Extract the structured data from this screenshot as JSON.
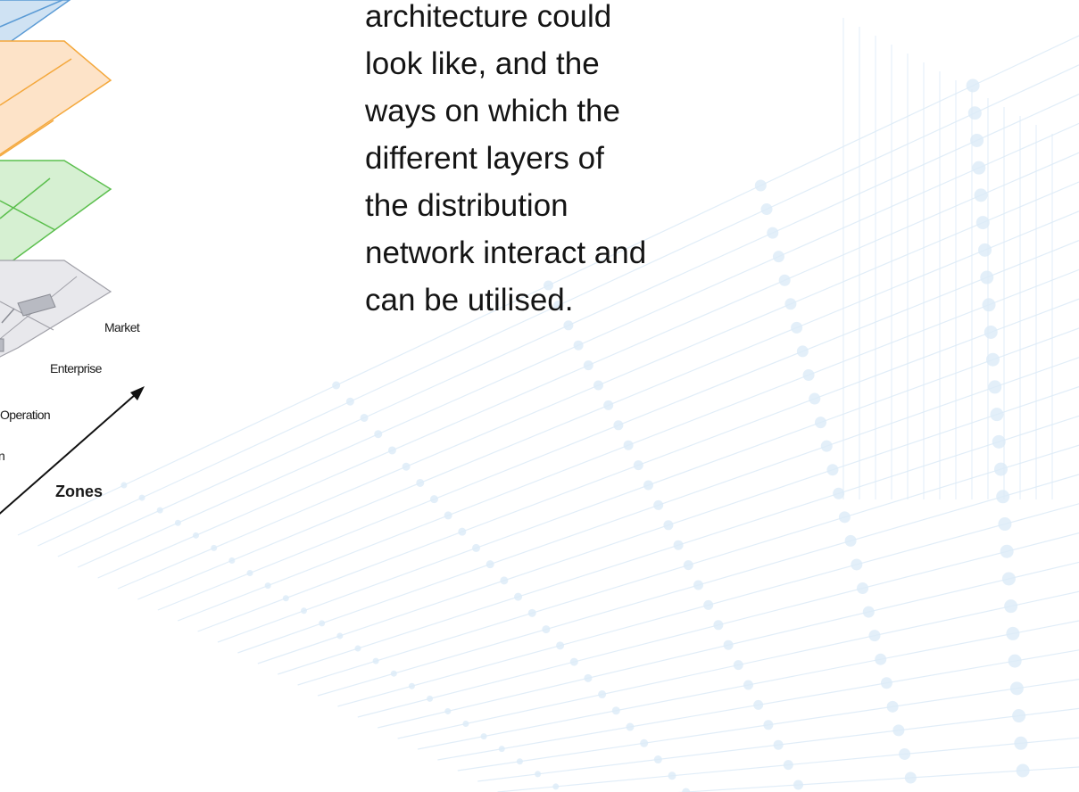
{
  "body_text": {
    "lines": [
      "architecture could",
      "look like, and the",
      "ways on which the",
      "different layers of",
      "the distribution",
      "network interact and",
      "can be utilised."
    ]
  },
  "diagram": {
    "zone_labels": {
      "market": "Market",
      "enterprise": "Enterprise",
      "operation": "Operation",
      "station_partial": "n"
    },
    "axis_label": "Zones",
    "layer_colors": {
      "blue": "#cfe2f3",
      "blue_stroke": "#5b9bd5",
      "orange": "#fde3c8",
      "orange_stroke": "#f4a83c",
      "green": "#d6f0d2",
      "green_stroke": "#5cbf4e",
      "grey": "#e8e8ec",
      "grey_stroke": "#a0a0a8"
    }
  },
  "background": {
    "pattern_color": "#dcebf7"
  }
}
